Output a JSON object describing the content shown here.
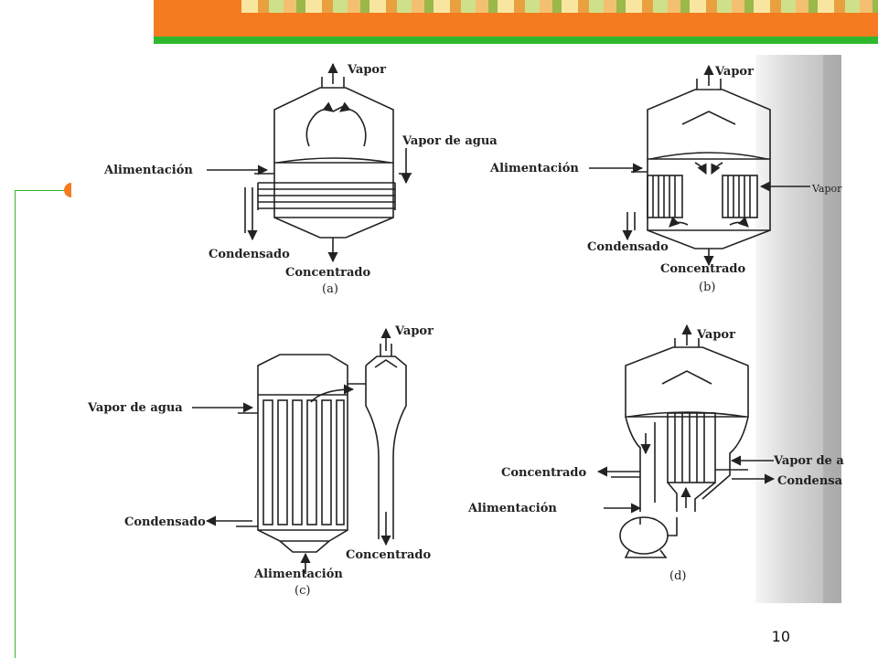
{
  "slide": {
    "number": "10"
  },
  "diagram": {
    "a": {
      "caption": "(a)",
      "vapor": "Vapor",
      "steam": "Vapor de agua",
      "feed": "Alimentación",
      "condensate": "Condensado",
      "concentrate": "Concentrado"
    },
    "b": {
      "caption": "(b)",
      "vapor": "Vapor",
      "feed": "Alimentación",
      "steam": "Vapor",
      "condensate": "Condensado",
      "concentrate": "Concentrado"
    },
    "c": {
      "caption": "(c)",
      "vapor": "Vapor",
      "steam": "Vapor de agua",
      "condensate": "Condensado",
      "feed": "Alimentación",
      "concentrate": "Concentrado"
    },
    "d": {
      "caption": "(d)",
      "vapor": "Vapor",
      "steam": "Vapor de a",
      "condensate": "Condensa",
      "concentrate": "Concentrado",
      "feed": "Alimentación"
    }
  }
}
